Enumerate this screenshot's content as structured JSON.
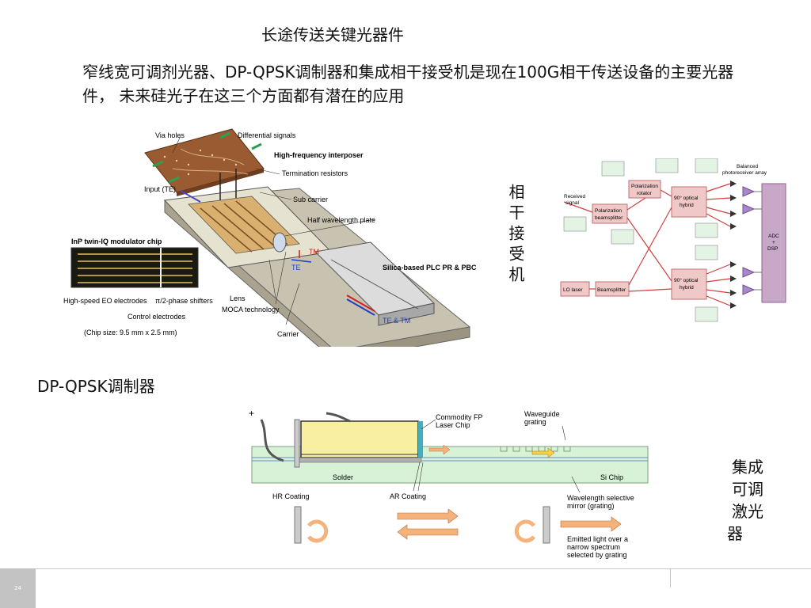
{
  "slide": {
    "title": "长途传送关键光器件",
    "paragraph": "窄线宽可调剂光器、DP-QPSK调制器和集成相干接受机是现在100G相干传送设备的主要光器件， 未来硅光子在这三个方面都有潜在的应用",
    "receiver_label": "相干接受机",
    "laser_label_line1": "集成",
    "laser_label_line2": "可调",
    "laser_label_line3": "激光",
    "laser_label_line4": "器",
    "qpsk_caption": "DP-QPSK调制器",
    "page_number": "24"
  },
  "modulator_figure": {
    "via_holes": "Via holes",
    "differential_signals": "Differential signals",
    "interposer": "High-frequency interposer",
    "termination": "Termination resistors",
    "input_te": "Input (TE)",
    "sub_carrier": "Sub carrier",
    "half_wave": "Half wavelength plate",
    "chip": "InP twin-IQ modulator chip",
    "tm": "TM",
    "te": "TE",
    "silica": "Silica-based PLC PR & PBC",
    "hs_eo": "High-speed EO electrodes",
    "phase_shifters": "π/2-phase shifters",
    "control": "Control electrodes",
    "chip_size": "(Chip size: 9.5 mm x 2.5 mm)",
    "lens": "Lens",
    "moca": "MOCA technology",
    "carrier": "Carrier",
    "te_tm_out": "TE & TM"
  },
  "receiver_figure": {
    "received_signal_1": "Received",
    "received_signal_2": "signal",
    "pol_beamsplitter_1": "Polarization",
    "pol_beamsplitter_2": "beamsplitter",
    "pol_rotator_1": "Polarization",
    "pol_rotator_2": "rotator",
    "hybrid_1": "90° optical",
    "hybrid_2": "hybrid",
    "balanced_1": "Balanced",
    "balanced_2": "photoreceiver array",
    "adc_1": "ADC",
    "adc_2": "+",
    "adc_3": "DSP",
    "lo_laser": "LO laser",
    "beamsplitter": "Beamsplitter"
  },
  "laser_figure": {
    "plus": "+",
    "fp_chip_1": "Commodity FP",
    "fp_chip_2": "Laser Chip",
    "waveguide_1": "Waveguide",
    "waveguide_2": "grating",
    "solder": "Solder",
    "si_chip": "Si Chip",
    "hr": "HR Coating",
    "ar": "AR Coating",
    "wl_1": "Wavelength selective",
    "wl_2": "mirror (grating)",
    "em_1": "Emitted light over a",
    "em_2": "narrow spectrum",
    "em_3": "selected by grating"
  },
  "colors": {
    "copper": "#9a5a32",
    "receiver_box": "#f0c8c8",
    "receiver_border": "#c07070",
    "si_green": "#d8f2d8",
    "fp_yellow": "#f8f0a0",
    "arrow_orange": "#f5b27a",
    "adc_purple": "#c8a8c8"
  }
}
